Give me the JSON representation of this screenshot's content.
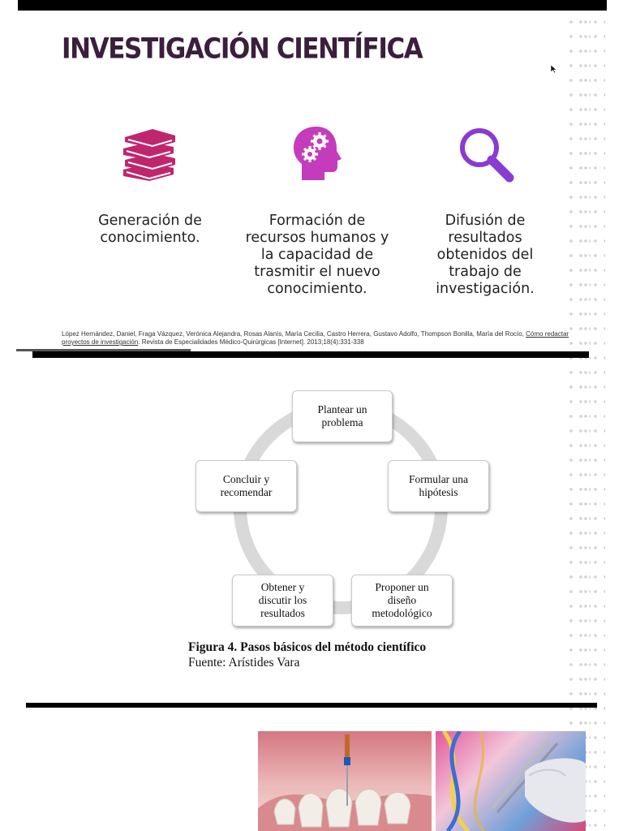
{
  "slide1": {
    "title": "INVESTIGACIÓN CIENTÍFICA",
    "items": [
      {
        "icon": "books-icon",
        "text": "Generación de\nconocimiento."
      },
      {
        "icon": "brain-gears-icon",
        "text": "Formación de\nrecursos humanos y\nla capacidad de\ntrasmitir el nuevo\nconocimiento."
      },
      {
        "icon": "magnifier-icon",
        "text": "Difusión de\nresultados\nobtenidos del\ntrabajo de\ninvestigación."
      }
    ],
    "reference_prefix": "López Hernández, Daniel, Fraga Vázquez, Verónica Alejandra, Rosas Alanís, María Cecilia, Castro Herrera, Gustavo Adolfo, Thompson Bonilla, María del Rocío,  ",
    "reference_link": "Cómo redactar proyectos de investigación",
    "reference_suffix": ". Revista de Especialidades Médico-Quirúrgicas [Internet]. 2013;18(4):331-338",
    "colors": {
      "pink": "#c0266e",
      "magenta": "#c43cbc",
      "purple": "#8a3bd0",
      "title": "#3a1f3c"
    }
  },
  "slide2": {
    "steps": [
      "Plantear un\nproblema",
      "Formular una\nhipótesis",
      "Proponer un\ndiseño\nmetodológico",
      "Obtener  y\ndiscutir los\nresultados",
      "Concluir y\nrecomendar"
    ],
    "figure_caption_bold": "Figura 4. Pasos básicos del método científico",
    "figure_source": "Fuente: Arístides Vara"
  },
  "slide3": {
    "images": [
      "dental-root-canal-image",
      "dna-tweezers-image"
    ]
  }
}
